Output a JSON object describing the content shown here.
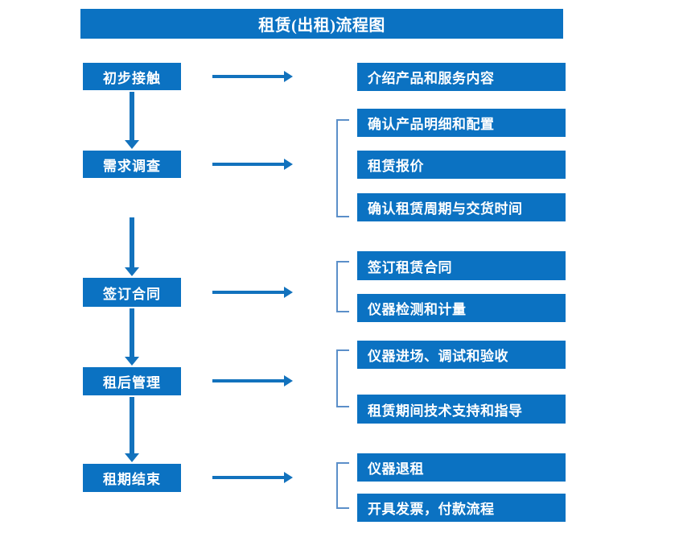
{
  "title": "租赁(出租)流程图",
  "colors": {
    "box_blue": "#0B72C2",
    "arrow_blue": "#1272BD",
    "bracket_blue": "#5B8FC9",
    "text_white": "#FFFFFF",
    "background": "#FFFFFF"
  },
  "stages": [
    {
      "label": "初步接触"
    },
    {
      "label": "需求调查"
    },
    {
      "label": "签订合同"
    },
    {
      "label": "租后管理"
    },
    {
      "label": "租期结束"
    }
  ],
  "details": [
    {
      "label": "介绍产品和服务内容"
    },
    {
      "label": "确认产品明细和配置"
    },
    {
      "label": "租赁报价"
    },
    {
      "label": "确认租赁周期与交货时间"
    },
    {
      "label": "签订租赁合同"
    },
    {
      "label": "仪器检测和计量"
    },
    {
      "label": "仪器进场、调试和验收"
    },
    {
      "label": "租赁期间技术支持和指导"
    },
    {
      "label": "仪器退租"
    },
    {
      "label": "开具发票，付款流程"
    }
  ],
  "groups": [
    {
      "stage": "需求调查",
      "items": [
        "确认产品明细和配置",
        "租赁报价",
        "确认租赁周期与交货时间"
      ]
    },
    {
      "stage": "签订合同",
      "items": [
        "签订租赁合同",
        "仪器检测和计量"
      ]
    },
    {
      "stage": "租后管理",
      "items": [
        "仪器进场、调试和验收",
        "租赁期间技术支持和指导"
      ]
    },
    {
      "stage": "租期结束",
      "items": [
        "仪器退租",
        "开具发票，付款流程"
      ]
    }
  ],
  "flow_arrows": {
    "horizontal_count": 5,
    "vertical_count": 4
  }
}
